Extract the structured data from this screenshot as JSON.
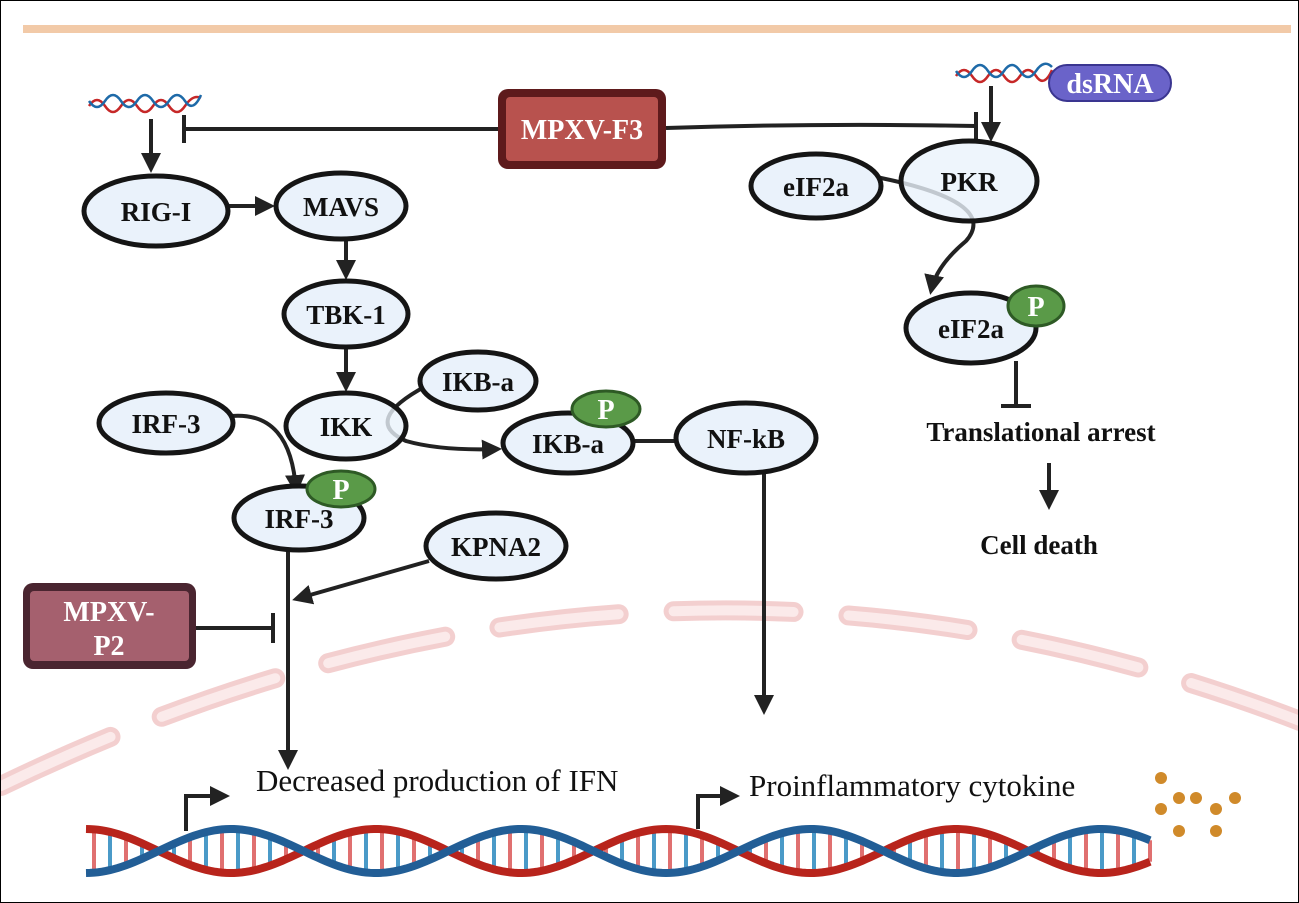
{
  "colors": {
    "node_fill": "#eaf2fb",
    "phospho": "#5a9a48",
    "f3_box": "#b8524e",
    "f3_border": "#5e1a1c",
    "p2_box": "#a5606e",
    "p2_border": "#4a2530",
    "dsrna": "#6a63c9",
    "membrane": "#f3c9c9",
    "top_line": "#f2caa8",
    "cytokine_dots": "#d08a2a"
  },
  "nodes": {
    "rig_i": "RIG-I",
    "mavs": "MAVS",
    "tbk1": "TBK-1",
    "ikk": "IKK",
    "ikb_a": "IKB-a",
    "irf3": "IRF-3",
    "ikb_a_p": "IKB-a",
    "nfkb": "NF-kB",
    "irf3_p": "IRF-3",
    "kpna2": "KPNA2",
    "eif2a": "eIF2a",
    "pkr": "PKR",
    "eif2a_p": "eIF2a",
    "phospho": "P"
  },
  "inhibitors": {
    "f3": "MPXV-F3",
    "p2_line1": "MPXV-",
    "p2_line2": "P2"
  },
  "dsrna": "dsRNA",
  "outcomes": {
    "translational_arrest": "Translational arrest",
    "cell_death": "Cell death",
    "ifn": "Decreased production of IFN",
    "cytokine": "Proinflammatory cytokine"
  }
}
